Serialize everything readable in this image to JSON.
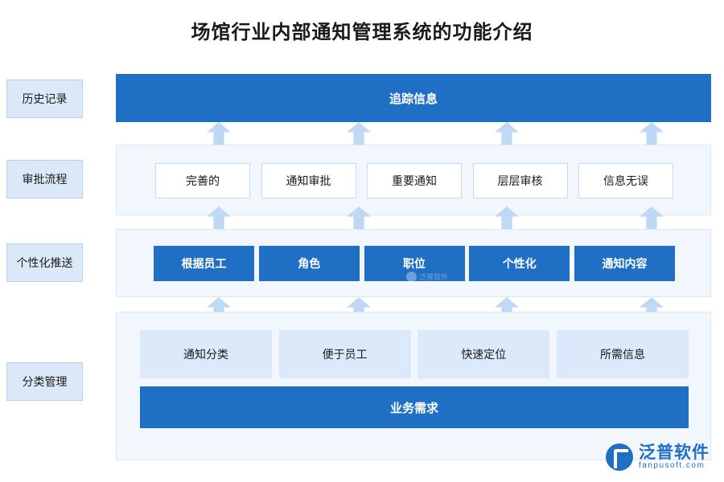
{
  "page": {
    "title": "场馆行业内部通知管理系统的功能介绍"
  },
  "side_labels": [
    {
      "id": "history",
      "label": "历史记录"
    },
    {
      "id": "approval",
      "label": "审批流程"
    },
    {
      "id": "push",
      "label": "个性化推送"
    },
    {
      "id": "classify",
      "label": "分类管理"
    }
  ],
  "rows": {
    "track": {
      "title": "追踪信息"
    },
    "approval": {
      "cells": [
        "完善的",
        "通知审批",
        "重要通知",
        "层层审核",
        "信息无误"
      ]
    },
    "push": {
      "cells": [
        "根据员工",
        "角色",
        "职位",
        "个性化",
        "通知内容"
      ]
    },
    "classify": {
      "cells": [
        "通知分类",
        "便于员工",
        "快速定位",
        "所需信息"
      ],
      "footer": "业务需求"
    }
  },
  "logo": {
    "name": "泛普软件",
    "sub": "fanpusoft.com",
    "watermark": "泛普软件"
  },
  "colors": {
    "primary_blue": "#1f6fc4",
    "light_band": "#f2f7fd",
    "light_cell": "#dbe9fa",
    "arrow": "#bfd8f3",
    "side_label": "#dbe8f8"
  }
}
